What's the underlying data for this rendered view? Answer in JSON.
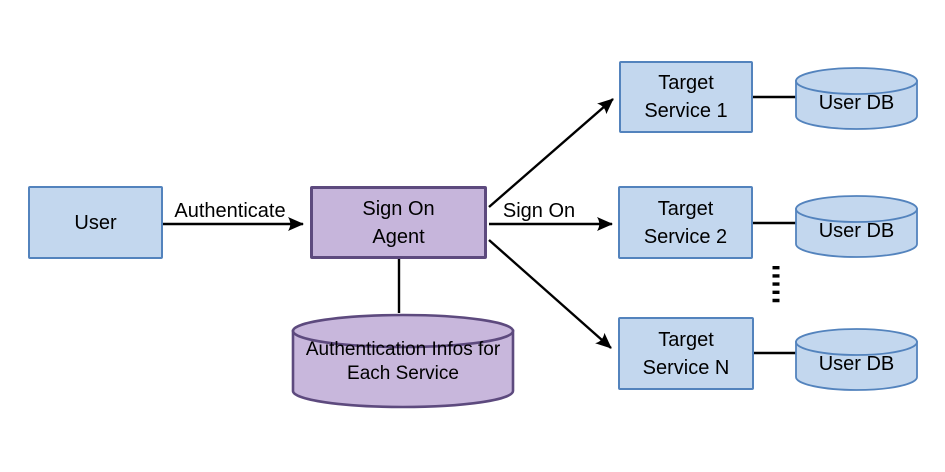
{
  "nodes": {
    "user": "User",
    "agent": "Sign On\nAgent",
    "auth_db": "Authentication Infos for\nEach Service",
    "service1": "Target\nService 1",
    "service2": "Target\nService 2",
    "serviceN": "Target\nService N",
    "db1": "User DB",
    "db2": "User DB",
    "db3": "User DB"
  },
  "edges": {
    "authenticate": "Authenticate",
    "sign_on": "Sign On"
  },
  "colors": {
    "service_fill": "#c3d7ee",
    "service_stroke": "#5383bd",
    "agent_fill": "#c6b5db",
    "agent_stroke": "#5d4a7e",
    "connector": "#000000",
    "background": "#ffffff"
  }
}
